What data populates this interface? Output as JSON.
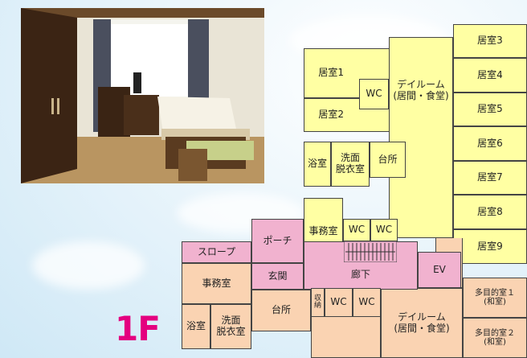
{
  "floor_label": "1F",
  "colors": {
    "residential": "#ffffa3",
    "shared": "#f1b2cf",
    "service": "#fad3b2"
  },
  "rooms": {
    "kyoshitsu3": "居室3",
    "kyoshitsu4": "居室4",
    "kyoshitsu5": "居室5",
    "kyoshitsu6": "居室6",
    "kyoshitsu7": "居室7",
    "kyoshitsu8": "居室8",
    "kyoshitsu9": "居室9",
    "kyoshitsu1": "居室1",
    "kyoshitsu2": "居室2",
    "wc_upper": "WC",
    "dayroom_upper_1": "デイルーム",
    "dayroom_upper_2": "(居間・食堂)",
    "bath_upper": "浴室",
    "washroom_upper_1": "洗面",
    "washroom_upper_2": "脱衣室",
    "kitchen_upper": "台所",
    "office_upper": "事務室",
    "wc_mid_1": "WC",
    "wc_mid_2": "WC",
    "porch": "ポーチ",
    "slope": "スロープ",
    "ev": "EV",
    "office_lower": "事務室",
    "entrance": "玄関",
    "corridor": "廊下",
    "storage_1": "収",
    "storage_2": "納",
    "wc_low_1": "WC",
    "wc_low_2": "WC",
    "kitchen_lower": "台所",
    "bath_lower": "浴室",
    "washroom_lower_1": "洗面",
    "washroom_lower_2": "脱衣室",
    "dayroom_lower_1": "デイルーム",
    "dayroom_lower_2": "(居間・食堂)",
    "multi1_1": "多目的室１",
    "multi1_2": "(和室)",
    "multi2_1": "多目的室２",
    "multi2_2": "(和室)"
  }
}
